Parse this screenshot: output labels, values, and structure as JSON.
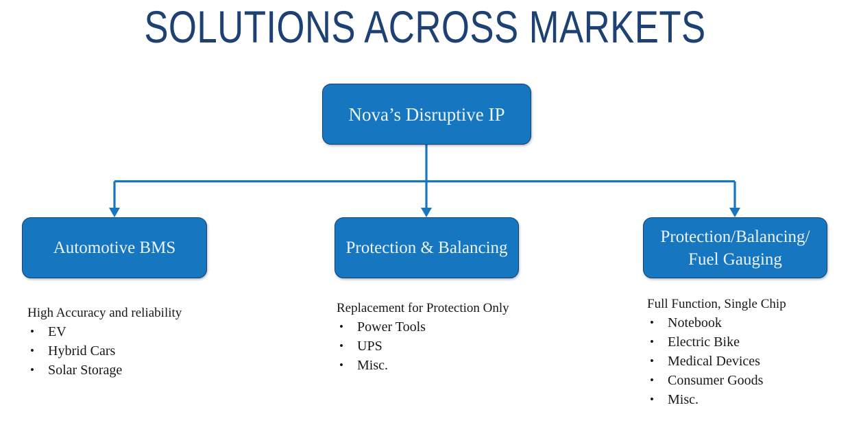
{
  "slide": {
    "title": "SOLUTIONS ACROSS MARKETS",
    "background": "#ffffff",
    "title_color": "#1d4172"
  },
  "theme": {
    "box_fill": "#1676c0",
    "box_border": "#14406c",
    "box_text": "#eaf3fb",
    "connector": "#1676c0",
    "body_text": "#17171a"
  },
  "diagram": {
    "root": {
      "label": "Nova’s Disruptive IP"
    },
    "branches": [
      {
        "label": "Automotive BMS",
        "heading": "High Accuracy and reliability",
        "bullet_glyph": "•",
        "items": [
          "EV",
          "Hybrid Cars",
          "Solar Storage"
        ]
      },
      {
        "label": "Protection & Balancing",
        "heading": "Replacement for Protection Only",
        "bullet_glyph": "•",
        "items": [
          "Power Tools",
          "UPS",
          "Misc."
        ]
      },
      {
        "label": "Protection/Balancing/\nFuel Gauging",
        "heading": "Full Function, Single Chip",
        "bullet_glyph": "•",
        "items": [
          "Notebook",
          "Electric Bike",
          "Medical Devices",
          "Consumer Goods",
          "Misc."
        ]
      }
    ]
  }
}
